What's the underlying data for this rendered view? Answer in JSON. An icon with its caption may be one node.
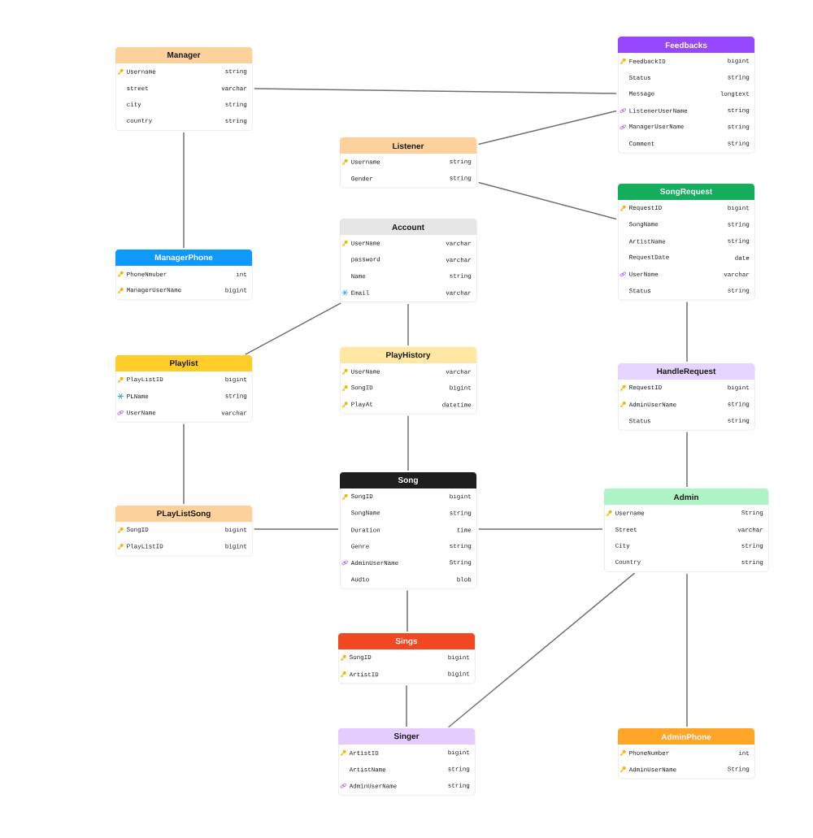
{
  "diagram": {
    "nodes": [
      {
        "text": [
          "Manager"
        ]
      },
      {
        "text": [
          "Username",
          "string"
        ],
        "in": 0
      },
      {
        "text": [
          "street",
          "varchar"
        ],
        "in": 0
      },
      {
        "text": [
          "city",
          "string"
        ],
        "in": 0
      },
      {
        "text": [
          "country",
          "string"
        ],
        "in": 0
      },
      {
        "text": [
          "Feedbacks"
        ]
      },
      {
        "text": [
          "FeedbackID",
          "bigint"
        ],
        "in": 5
      },
      {
        "text": [
          "Status",
          "string"
        ],
        "in": 5
      },
      {
        "text": [
          "Message",
          "longtext"
        ],
        "in": 5
      },
      {
        "text": [
          "ListenerUserName",
          "string"
        ],
        "in": 5
      },
      {
        "text": [
          "ManagerUserName",
          "string"
        ],
        "in": 5
      },
      {
        "text": [
          "Comment",
          "string"
        ],
        "in": 5
      },
      {
        "text": [
          "Listener"
        ]
      },
      {
        "text": [
          "Username",
          "string"
        ],
        "in": 12
      },
      {
        "text": [
          "Gender",
          "string"
        ],
        "in": 12
      },
      {
        "text": [
          "SongRequest"
        ]
      },
      {
        "text": [
          "RequestID",
          "bigint"
        ],
        "in": 15
      },
      {
        "text": [
          "SongName",
          "string"
        ],
        "in": 15
      },
      {
        "text": [
          "ArtistName",
          "string"
        ],
        "in": 15
      },
      {
        "text": [
          "RequestDate",
          "date"
        ],
        "in": 15
      },
      {
        "text": [
          "UserName",
          "varchar"
        ],
        "in": 15
      },
      {
        "text": [
          "Status",
          "string"
        ],
        "in": 15
      },
      {
        "text": [
          "ManagerPhone"
        ]
      },
      {
        "text": [
          "PhoneNmuber",
          "int"
        ],
        "in": 22
      },
      {
        "text": [
          "ManagerUserName",
          "bigint"
        ],
        "in": 22
      },
      {
        "text": [
          "Account"
        ]
      },
      {
        "text": [
          "UserName",
          "varchar"
        ],
        "in": 25
      },
      {
        "text": [
          "password",
          "varchar"
        ],
        "in": 25
      },
      {
        "text": [
          "Name",
          "string"
        ],
        "in": 25
      },
      {
        "text": [
          "Email",
          "varchar"
        ],
        "in": 25
      },
      {
        "text": [
          "Playlist"
        ]
      },
      {
        "text": [
          "PlayListID",
          "bigint"
        ],
        "in": 30
      },
      {
        "text": [
          "PLName",
          "string"
        ],
        "in": 30
      },
      {
        "text": [
          "UserName",
          "varchar"
        ],
        "in": 30
      },
      {
        "text": [
          "PlayHistory"
        ]
      },
      {
        "text": [
          "UserName",
          "varchar"
        ],
        "in": 34
      },
      {
        "text": [
          "SongID",
          "bigint"
        ],
        "in": 34
      },
      {
        "text": [
          "PlayAt",
          "datetime"
        ],
        "in": 34
      },
      {
        "text": [
          "HandleRequest"
        ]
      },
      {
        "text": [
          "RequestID",
          "bigint"
        ],
        "in": 38
      },
      {
        "text": [
          "AdminUserName",
          "string"
        ],
        "in": 38
      },
      {
        "text": [
          "Status",
          "string"
        ],
        "in": 38
      },
      {
        "text": [
          "Song"
        ]
      },
      {
        "text": [
          "SongID",
          "bigint"
        ],
        "in": 42
      },
      {
        "text": [
          "SongName",
          "string"
        ],
        "in": 42
      },
      {
        "text": [
          "Duration",
          "time"
        ],
        "in": 42
      },
      {
        "text": [
          "Genre",
          "string"
        ],
        "in": 42
      },
      {
        "text": [
          "AdminUserName",
          "String"
        ],
        "in": 42
      },
      {
        "text": [
          "Audio",
          "blob"
        ],
        "in": 42
      },
      {
        "text": [
          "PLayListSong"
        ]
      },
      {
        "text": [
          "SongID",
          "bigint"
        ],
        "in": 49
      },
      {
        "text": [
          "PlayListID",
          "bigint"
        ],
        "in": 49
      },
      {
        "text": [
          "Admin"
        ]
      },
      {
        "text": [
          "Username",
          "String"
        ],
        "in": 52
      },
      {
        "text": [
          "Street",
          "varchar"
        ],
        "in": 52
      },
      {
        "text": [
          "City",
          "string"
        ],
        "in": 52
      },
      {
        "text": [
          "Country",
          "string"
        ],
        "in": 52
      },
      {
        "text": [
          "Sings"
        ]
      },
      {
        "text": [
          "SongID",
          "bigint"
        ],
        "in": 57
      },
      {
        "text": [
          "ArtistID",
          "bigint"
        ],
        "in": 57
      },
      {
        "text": [
          "Singer"
        ]
      },
      {
        "text": [
          "ArtistID",
          "bigint"
        ],
        "in": 60
      },
      {
        "text": [
          "ArtistName",
          "string"
        ],
        "in": 60
      },
      {
        "text": [
          "AdminUserName",
          "string"
        ],
        "in": 60
      },
      {
        "text": [
          "AdminPhone"
        ]
      },
      {
        "text": [
          "PhoneNumber",
          "int"
        ],
        "in": 64
      },
      {
        "text": [
          "AdminUserName",
          "String"
        ],
        "in": 64
      }
    ],
    "edges": [
      {
        "from": 0,
        "to": 5,
        "arrow": "none"
      },
      {
        "from": 12,
        "to": 5,
        "arrow": "none"
      },
      {
        "from": 12,
        "to": 15,
        "arrow": "none"
      },
      {
        "from": 0,
        "to": 22,
        "arrow": "none"
      },
      {
        "from": 25,
        "to": 30,
        "arrow": "none"
      },
      {
        "from": 25,
        "to": 34,
        "arrow": "none"
      },
      {
        "from": 34,
        "to": 42,
        "arrow": "none"
      },
      {
        "from": 30,
        "to": 49,
        "arrow": "none"
      },
      {
        "from": 49,
        "to": 42,
        "arrow": "none"
      },
      {
        "from": 42,
        "to": 52,
        "arrow": "none"
      },
      {
        "from": 15,
        "to": 38,
        "arrow": "none"
      },
      {
        "from": 38,
        "to": 52,
        "arrow": "none"
      },
      {
        "from": 42,
        "to": 57,
        "arrow": "none"
      },
      {
        "from": 57,
        "to": 60,
        "arrow": "none"
      },
      {
        "from": 52,
        "to": 60,
        "arrow": "none"
      },
      {
        "from": 52,
        "to": 64,
        "arrow": "none"
      }
    ]
  }
}
